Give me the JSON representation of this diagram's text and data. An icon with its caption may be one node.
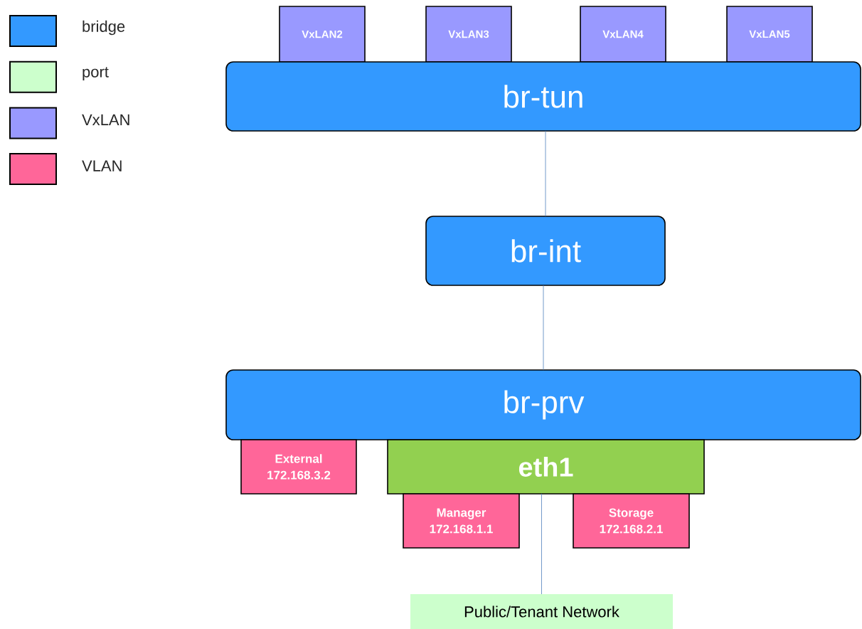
{
  "diagram": {
    "nodes": [
      {
        "text": [
          "VxLAN2"
        ]
      },
      {
        "text": [
          "VxLAN3"
        ]
      },
      {
        "text": [
          "VxLAN4"
        ]
      },
      {
        "text": [
          "VxLAN5"
        ]
      },
      {
        "text": [
          "br-tun"
        ]
      },
      {
        "text": [
          "br-int"
        ]
      },
      {
        "text": [
          "br-prv"
        ]
      },
      {
        "text": [
          "External",
          "172.168.3.2"
        ]
      },
      {
        "text": [
          "eth1"
        ]
      },
      {
        "text": [
          "Manager",
          "172.168.1.1"
        ]
      },
      {
        "text": [
          "Storage",
          "172.168.2.1"
        ]
      },
      {
        "text": [
          "Public/Tenant Network"
        ]
      }
    ],
    "edges": [
      {
        "from": 4,
        "to": 5,
        "arrow": "none"
      },
      {
        "from": 5,
        "to": 6,
        "arrow": "none"
      },
      {
        "from": 8,
        "to": 11,
        "arrow": "none"
      }
    ],
    "legend": [
      {
        "text": "bridge",
        "color": "#3399ff"
      },
      {
        "text": "port",
        "color": "#ccffcc"
      },
      {
        "text": "VxLAN",
        "color": "#9999ff"
      },
      {
        "text": "VLAN",
        "color": "#ff6699"
      }
    ]
  }
}
